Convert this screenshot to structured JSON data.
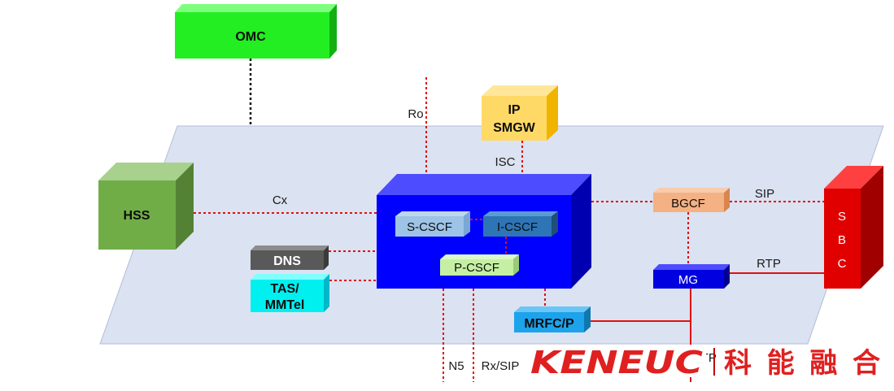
{
  "nodes": {
    "omc": "OMC",
    "ip_smgw_line1": "IP",
    "ip_smgw_line2": "SMGW",
    "hss": "HSS",
    "dns": "DNS",
    "tas_line1": "TAS/",
    "tas_line2": "MMTel",
    "s_cscf": "S-CSCF",
    "i_cscf": "I-CSCF",
    "p_cscf": "P-CSCF",
    "bgcf": "BGCF",
    "mg": "MG",
    "mrfc": "MRFC/P",
    "sbc_s": "S",
    "sbc_b": "B",
    "sbc_c": "C"
  },
  "interfaces": {
    "ro": "Ro",
    "isc": "ISC",
    "cx": "Cx",
    "sip": "SIP",
    "rtp_sbc": "RTP",
    "n5": "N5",
    "rx_sip": "Rx/SIP",
    "rtp_bottom": "RTP"
  },
  "logo": {
    "latin": "KENEUC",
    "chinese": "科能融合"
  },
  "colors": {
    "plane": "#dbe2f1",
    "plane_border": "#b3bdd6",
    "link": "#e01010",
    "omc": "#22ee22",
    "ip_smgw": "#ffd966",
    "hss": "#70ad47",
    "dns": "#595959",
    "tas": "#00f0f0",
    "ims_core": "#0000ff",
    "s_cscf": "#9dc3e6",
    "i_cscf": "#2e75b6",
    "p_cscf": "#c5f0a4",
    "bgcf": "#f4b183",
    "mg": "#0000e0",
    "mrfc": "#1ca3ec",
    "sbc": "#e00000",
    "logo": "#e02020"
  }
}
